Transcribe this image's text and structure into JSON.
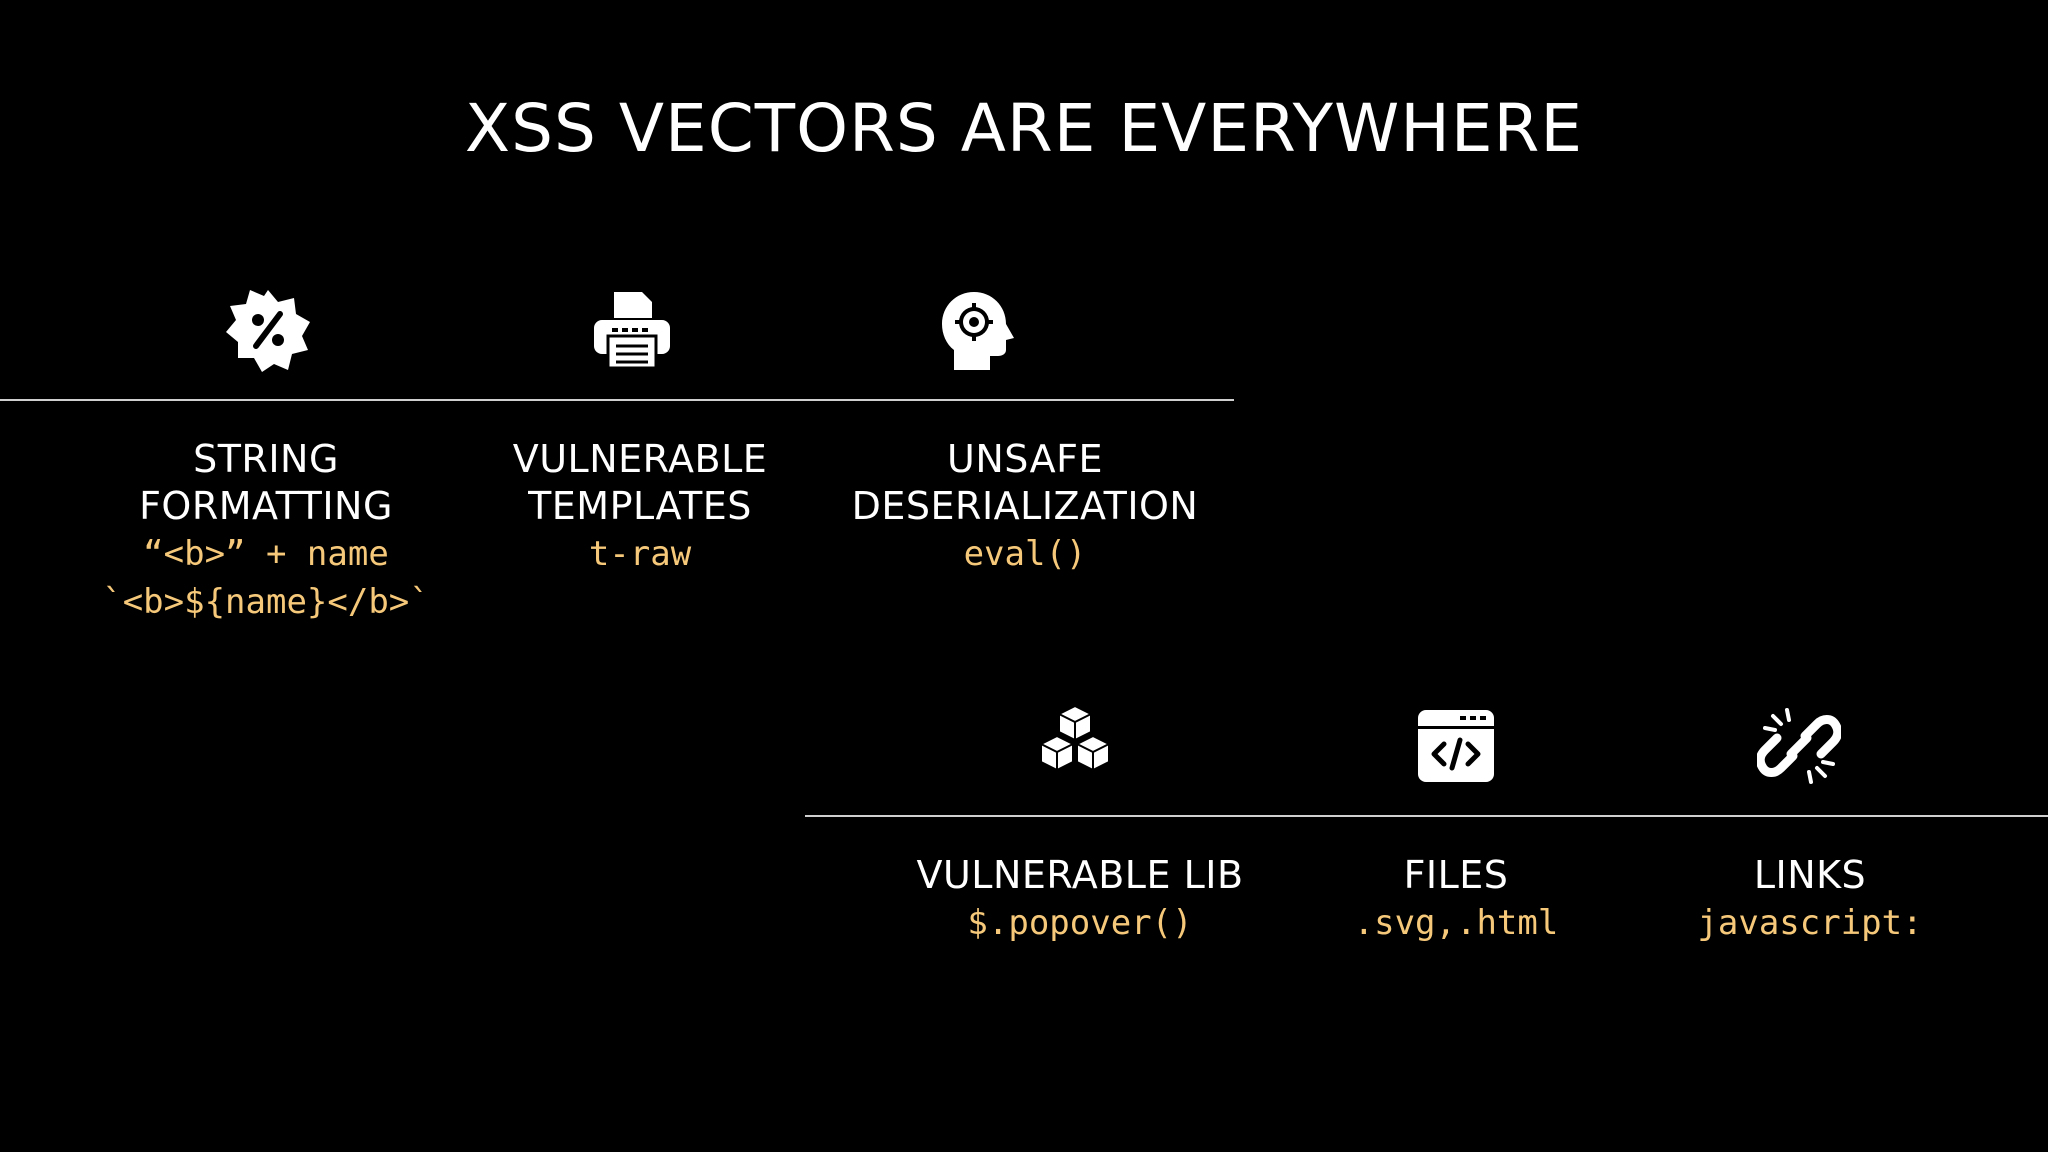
{
  "title": "XSS VECTORS ARE EVERYWHERE",
  "accent_color": "#f6c97a",
  "items_top": [
    {
      "icon": "percent-badge-icon",
      "label_lines": [
        "STRING",
        "FORMATTING"
      ],
      "code_lines": [
        "“<b>” + name",
        "`<b>${name}</b>`"
      ]
    },
    {
      "icon": "printer-icon",
      "label_lines": [
        "VULNERABLE",
        "TEMPLATES"
      ],
      "code_lines": [
        "t-raw"
      ]
    },
    {
      "icon": "head-gear-icon",
      "label_lines": [
        "UNSAFE",
        "DESERIALIZATION"
      ],
      "code_lines": [
        "eval()"
      ]
    }
  ],
  "items_bottom": [
    {
      "icon": "cubes-icon",
      "label_lines": [
        "VULNERABLE LIB"
      ],
      "code_lines": [
        "$.popover()"
      ]
    },
    {
      "icon": "code-window-icon",
      "label_lines": [
        "FILES"
      ],
      "code_lines": [
        ".svg,.html"
      ]
    },
    {
      "icon": "broken-link-icon",
      "label_lines": [
        "LINKS"
      ],
      "code_lines": [
        "javascript:"
      ]
    }
  ]
}
